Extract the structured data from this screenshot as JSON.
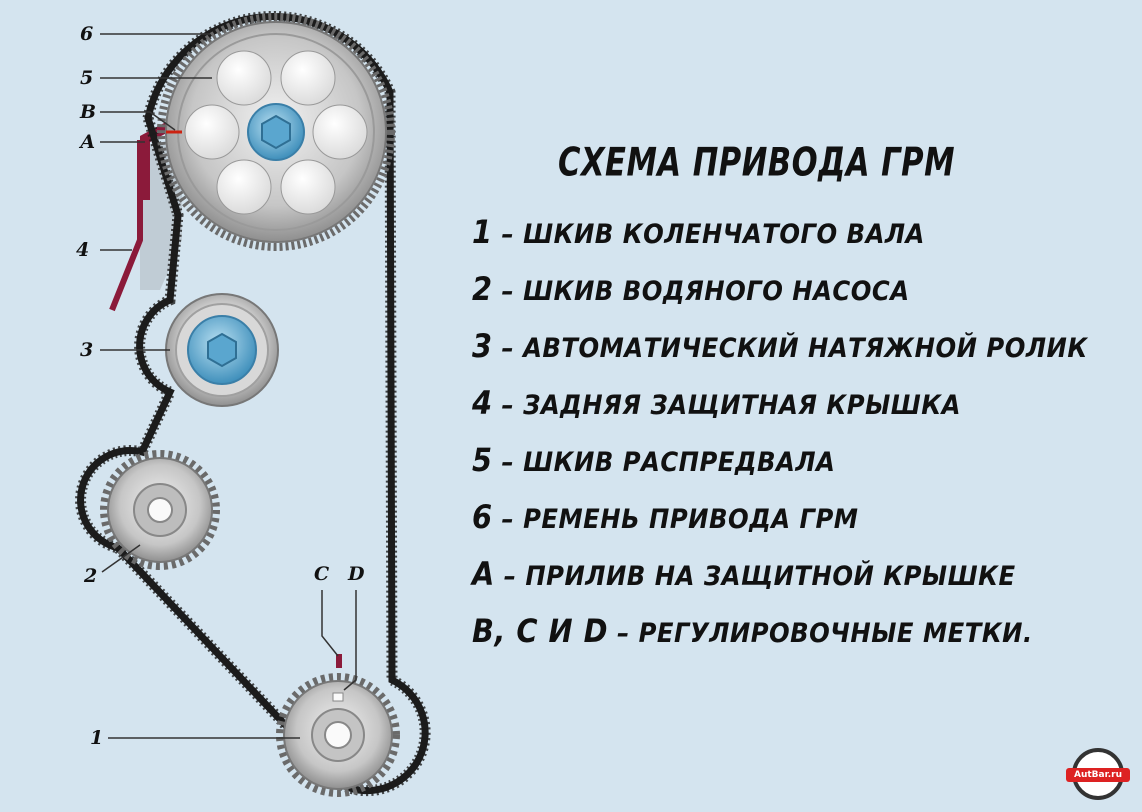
{
  "legend": {
    "title": "Схема привода ГРМ",
    "items": [
      {
        "key": "1",
        "text": "шкив коленчатого вала"
      },
      {
        "key": "2",
        "text": "шкив водяного насоса"
      },
      {
        "key": "3",
        "text": "автоматический натяжной ролик"
      },
      {
        "key": "4",
        "text": "задняя защитная крышка"
      },
      {
        "key": "5",
        "text": "шкив распредвала"
      },
      {
        "key": "6",
        "text": "ремень привода ГРМ"
      },
      {
        "key": "А",
        "text": "прилив на защитной крышке"
      },
      {
        "key": "В, С и D",
        "text": "регулировочные метки."
      }
    ]
  },
  "labels": {
    "l6": "6",
    "l5": "5",
    "lB": "В",
    "lA": "А",
    "l4": "4",
    "l3": "3",
    "l2": "2",
    "l1": "1",
    "lC": "С",
    "lD": "D"
  },
  "logo": {
    "text": "AutBar.ru"
  },
  "colors": {
    "background": "#d4e4ef",
    "belt": "#1a1a1a",
    "pulley": "#c9c9c9",
    "cover_mark": "#8b1a3a",
    "hub": "#6fb4d8"
  }
}
